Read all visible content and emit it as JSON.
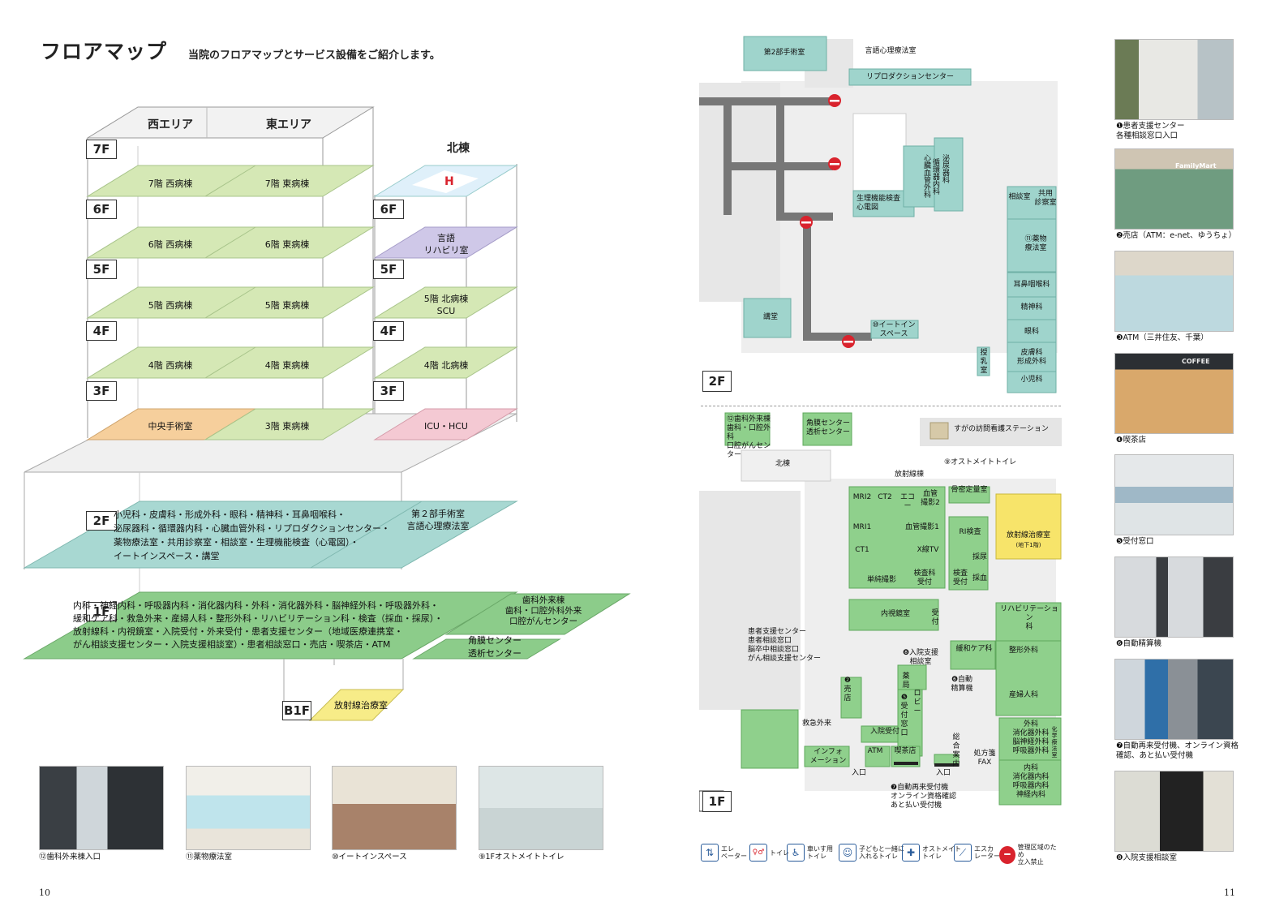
{
  "header": {
    "title": "フロアマップ",
    "subtitle": "当院のフロアマップとサービス設備をご紹介します。"
  },
  "page_numbers": {
    "left": "10",
    "right": "11"
  },
  "building": {
    "west_area": "西エリア",
    "east_area": "東エリア",
    "north_wing": "北棟",
    "main_floors": [
      "7F",
      "6F",
      "5F",
      "4F",
      "3F"
    ],
    "north_floors": [
      "6F",
      "5F",
      "4F",
      "3F"
    ],
    "main_plates": [
      {
        "west": "7階 西病棟",
        "east": "7階 東病棟"
      },
      {
        "west": "6階 西病棟",
        "east": "6階 東病棟"
      },
      {
        "west": "5階 西病棟",
        "east": "5階 東病棟"
      },
      {
        "west": "4階 西病棟",
        "east": "4階 東病棟"
      },
      {
        "west": "中央手術室",
        "east": "3階 東病棟"
      }
    ],
    "north_plates": [
      "言語\nリハビリ室",
      "5階 北病棟\nSCU",
      "4階 北病棟",
      "ICU・HCU"
    ],
    "heliport_letter": "H",
    "floor_2f": {
      "label": "2F",
      "text": "小児科・皮膚科・形成外科・眼科・精神科・耳鼻咽喉科・\n泌尿器科・循環器内科・心臓血管外科・リプロダクションセンター・\n薬物療法室・共用診察室・相談室・生理機能検査（心電図）・\nイートインスペース・講堂",
      "north_text": "第２部手術室\n言語心理療法室"
    },
    "floor_1f": {
      "label": "1F",
      "text": "内科・神経内科・呼吸器内科・消化器内科・外科・消化器外科・脳神経外科・呼吸器外科・\n緩和ケア科・救急外来・産婦人科・整形外科・リハビリテーション科・検査（採血・採尿）・\n放射線科・内視鏡室・入院受付・外来受付・患者支援センター（地域医療連携室・\nがん相談支援センター・入院支援相談室）・患者相談窓口・売店・喫茶店・ATM",
      "dental_text": "歯科外来棟\n歯科・口腔外科外来\n口腔がんセンター",
      "cornea_text": "角膜センター\n透析センター"
    },
    "floor_b1f": {
      "label": "B1F",
      "text": "放射線治療室"
    }
  },
  "bottom_photos": [
    {
      "caption": "⑫歯科外来棟入口"
    },
    {
      "caption": "⑪薬物療法室"
    },
    {
      "caption": "⑩イートインスペース"
    },
    {
      "caption": "⑨1Fオストメイトトイレ"
    }
  ],
  "right_photos": [
    {
      "caption": "❶患者支援センター\n各種相談窓口入口"
    },
    {
      "caption": "❷売店（ATM：e-net、ゆうちょ）"
    },
    {
      "caption": "❸ATM（三井住友、千葉）"
    },
    {
      "caption": "❹喫茶店"
    },
    {
      "caption": "❺受付窓口"
    },
    {
      "caption": "❻自動精算機"
    },
    {
      "caption": "❼自動再来受付機、オンライン資格\n確認、あと払い受付機"
    },
    {
      "caption": "❽入院支援相談室"
    }
  ],
  "photo_labels": {
    "familymart": "FamilyMart",
    "coffee": "COFFEE"
  },
  "map_2f": {
    "label": "2F",
    "rooms": {
      "surgery2": "第2部手術室",
      "speech": "言語心理療法室",
      "repro": "リプロダクションセンター",
      "urology": "泌尿器科",
      "cardio": "循環器内科\n心臓血管外科",
      "physio": "生理機能検査\n心電図",
      "consult": "相談室",
      "shared": "共用\n診察室",
      "drug": "⑪薬物\n療法室",
      "ent": "耳鼻咽喉科",
      "psych": "精神科",
      "eye": "眼科",
      "derm": "皮膚科\n形成外科",
      "pedi": "小児科",
      "hall": "講堂",
      "eatin": "⑩イートイン\nスペース",
      "nursing": "授\n乳\n室"
    }
  },
  "map_1f": {
    "label": "1F",
    "rooms": {
      "dental": "⑫歯科外来棟\n歯科・口腔外科\n口腔がんセンター",
      "cornea": "角膜センター\n透析センター",
      "visiting": "すがの訪問看護ステーション",
      "north": "北棟",
      "ostomy": "⑨オストメイトトイレ",
      "radiology": "放射線棟",
      "bone": "骨密定量室",
      "mri2": "MRI2",
      "ct2": "CT2",
      "echo": "エコー",
      "angio2": "血管\n撮影2",
      "mri1": "MRI1",
      "angio1": "血管撮影1",
      "ct1": "CT1",
      "xray": "X線TV",
      "simple": "単純撮影",
      "ri": "RI検査",
      "urine": "採尿",
      "lab_reception": "検査科\n受付",
      "lab_reception2": "検査\n受付",
      "blood": "採血",
      "radiotherapy": "放射線治療室",
      "radiotherapy_note": "(地下1階)",
      "endoscopy": "内視鏡室",
      "reception_small": "受\n付",
      "rehab": "リハビリテーション\n科",
      "palliative": "緩和ケア科",
      "ortho": "整形外科",
      "obgyn": "産婦人科",
      "surgery": "外科\n消化器外科\n脳神経外科\n呼吸器外科",
      "internal": "内科\n消化器内科\n呼吸器内科\n神経内科",
      "support": "患者支援センター\n患者相談窓口\n脳卒中相談窓口\nがん相談支援センター",
      "admission_consult": "❽入院支援\n相談室",
      "pharmacy": "薬\n局",
      "shop": "❷\n売\n店",
      "emergency": "救急外来",
      "admission": "入院受付",
      "info": "インフォ\nメーション",
      "atm": "ATM",
      "cafe": "喫茶店",
      "lobby": "ロ\nビ\nー",
      "reception": "❺\n受\n付\n窓\n口",
      "auto_pay": "❻自動\n精算機",
      "general_info": "総\n合\n案\n内",
      "rx_fax": "処方箋\nFAX",
      "entrance1": "入口",
      "entrance2": "入口",
      "reentry": "❼自動再来受付機\nオンライン資格確認\nあと払い受付機",
      "chemo": "化\n学\n療\n法\n室"
    }
  },
  "legend": [
    {
      "icon": "elevator-icon",
      "glyph": "⇅",
      "label": "エレ\nベーター"
    },
    {
      "icon": "toilet-icon",
      "glyph": "♀♂",
      "label": "トイレ"
    },
    {
      "icon": "wheelchair-icon",
      "glyph": "♿",
      "label": "車いす用\nトイレ"
    },
    {
      "icon": "family-toilet-icon",
      "glyph": "☺",
      "label": "子どもと一緒に\n入れるトイレ"
    },
    {
      "icon": "ostomy-icon",
      "glyph": "✚",
      "label": "オストメイト\nトイレ"
    },
    {
      "icon": "escalator-icon",
      "glyph": "⟋",
      "label": "エスカ\nレーター"
    },
    {
      "icon": "no-entry-icon",
      "glyph": "━",
      "label": "管理区域のため\n立入禁止"
    }
  ],
  "colors": {
    "ward_green": "#d5e8b5",
    "teal": "#a8d8d2",
    "green_dark": "#8ccc8a",
    "orange": "#f6cf9c",
    "purple": "#cfc8e8",
    "pink": "#f4c9d3",
    "yellow": "#f7ec88",
    "map_teal": "#9fd4cc",
    "map_green": "#8fd08c",
    "map_yellow": "#f7e46a",
    "no_entry_red": "#d9232d"
  }
}
